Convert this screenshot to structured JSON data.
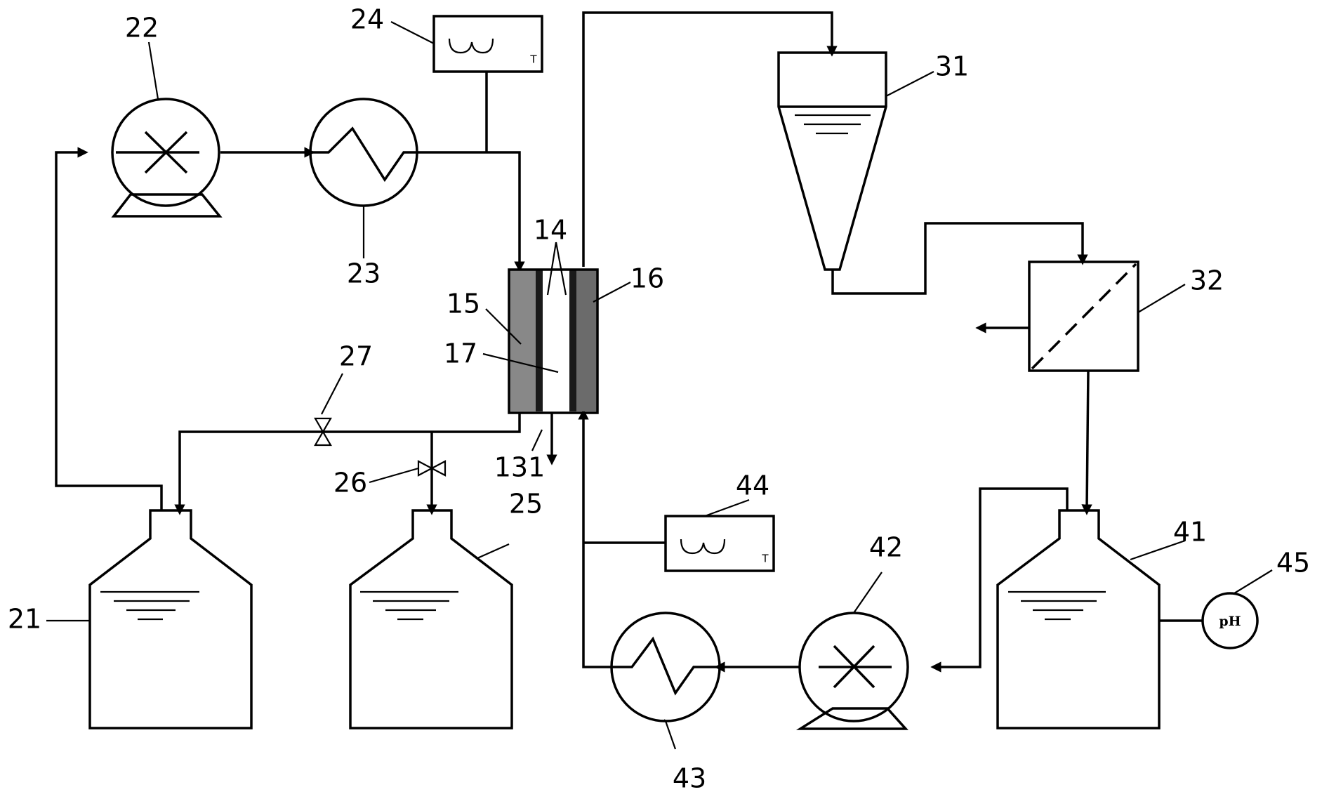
{
  "components": [
    {
      "id": "21",
      "kind": "storage-tank"
    },
    {
      "id": "22",
      "kind": "circulation-pump"
    },
    {
      "id": "23",
      "kind": "heat-exchanger"
    },
    {
      "id": "24",
      "kind": "temperature-controller",
      "symbol": "T"
    },
    {
      "id": "25",
      "kind": "storage-tank"
    },
    {
      "id": "26",
      "kind": "valve"
    },
    {
      "id": "27",
      "kind": "valve"
    },
    {
      "id": "14",
      "kind": "membrane"
    },
    {
      "id": "15",
      "kind": "electrode-chamber"
    },
    {
      "id": "16",
      "kind": "electrode-chamber"
    },
    {
      "id": "17",
      "kind": "central-channel"
    },
    {
      "id": "131",
      "kind": "outlet"
    },
    {
      "id": "31",
      "kind": "cyclone-separator"
    },
    {
      "id": "32",
      "kind": "filter"
    },
    {
      "id": "41",
      "kind": "storage-tank"
    },
    {
      "id": "42",
      "kind": "circulation-pump"
    },
    {
      "id": "43",
      "kind": "heat-exchanger"
    },
    {
      "id": "44",
      "kind": "temperature-controller",
      "symbol": "T"
    },
    {
      "id": "45",
      "kind": "ph-meter",
      "symbol": "pH"
    }
  ],
  "connections": [
    {
      "from": "21",
      "to": "22"
    },
    {
      "from": "22",
      "to": "23"
    },
    {
      "from": "23",
      "to": "15"
    },
    {
      "from": "24",
      "to": "23"
    },
    {
      "from": "15",
      "to": "21",
      "via": "27"
    },
    {
      "from": "15",
      "to": "25",
      "via": "26"
    },
    {
      "from": "17",
      "to": "131"
    },
    {
      "from": "16",
      "to": "31"
    },
    {
      "from": "31",
      "to": "32"
    },
    {
      "from": "32",
      "to": "41"
    },
    {
      "from": "41",
      "to": "42"
    },
    {
      "from": "42",
      "to": "43"
    },
    {
      "from": "43",
      "to": "16"
    },
    {
      "from": "44",
      "to": "43"
    },
    {
      "from": "45",
      "to": "41"
    }
  ],
  "colors": {
    "line": "#000000",
    "electrode_fill": "#888888",
    "electrode_dark": "#6b6b6b",
    "membrane": "#1a1a1a",
    "background": "#ffffff"
  }
}
